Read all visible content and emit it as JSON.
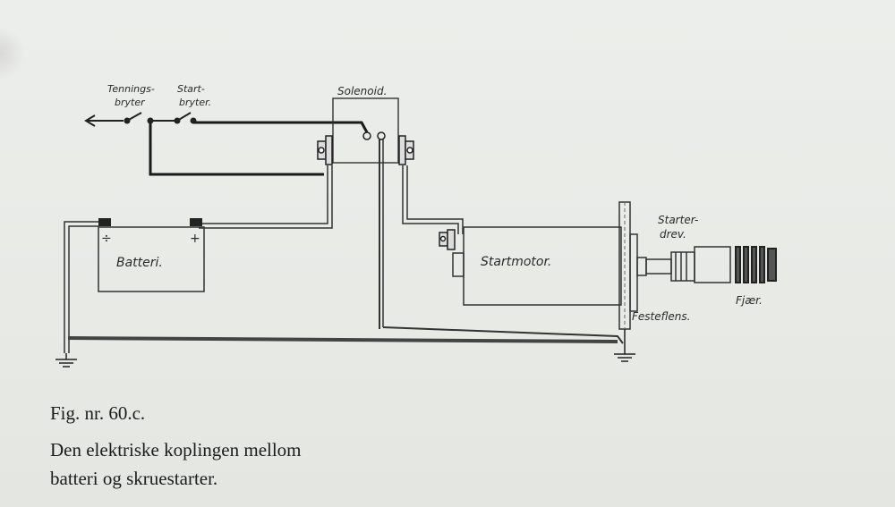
{
  "labels": {
    "tennings_bryter": [
      "Tennings-",
      "bryter"
    ],
    "start_bryter": [
      "Start-",
      "bryter."
    ],
    "solenoid": "Solenoid.",
    "batteri": "Batteri.",
    "startmotor": "Startmotor.",
    "starterdrev": [
      "Starter-",
      "drev."
    ],
    "fjaer": "Fjær.",
    "festeflens": "Festeflens.",
    "minus": "÷",
    "plus": "+"
  },
  "caption": {
    "figure": "Fig. nr. 60.c.",
    "line1": "Den elektriske koplingen mellom",
    "line2": "batteri og skruestarter."
  }
}
